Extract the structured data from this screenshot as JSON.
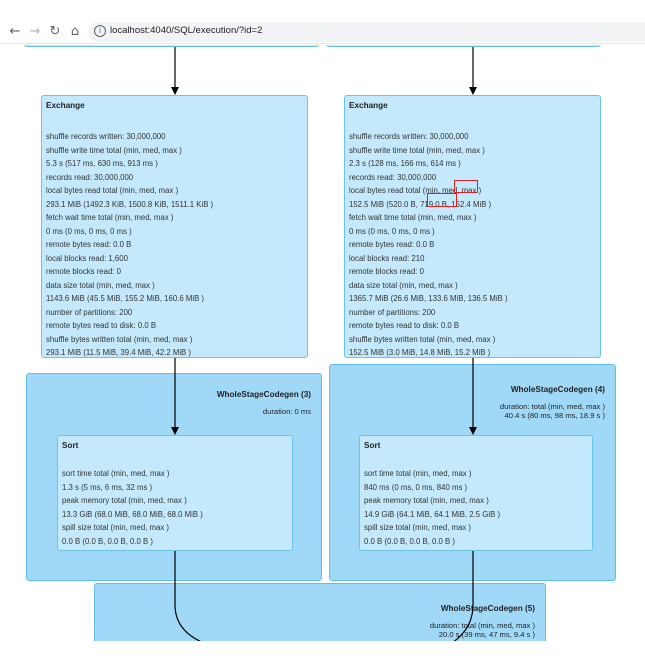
{
  "browser": {
    "back_icon": "←",
    "forward_icon": "→",
    "reload_icon": "↻",
    "home_icon": "⌂",
    "info_icon": "i",
    "url": "localhost:4040/SQL/execution/?id=2"
  },
  "exchange_left": {
    "title": "Exchange",
    "lines": [
      "shuffle records written: 30,000,000",
      "shuffle write time total (min, med, max )",
      "5.3 s (517 ms, 630 ms, 913 ms )",
      "records read: 30,000,000",
      "local bytes read total (min, med, max )",
      "293.1 MiB (1492.3 KiB, 1500.8 KiB, 1511.1 KiB )",
      "fetch wait time total (min, med, max )",
      "0 ms (0 ms, 0 ms, 0 ms )",
      "remote bytes read: 0.0 B",
      "local blocks read: 1,600",
      "remote blocks read: 0",
      "data size total (min, med, max )",
      "1143.6 MiB (45.5 MiB, 155.2 MiB, 160.6 MiB )",
      "number of partitions: 200",
      "remote bytes read to disk: 0.0 B",
      "shuffle bytes written total (min, med, max )",
      "293.1 MiB (11.5 MiB, 39.4 MiB, 42.2 MiB )"
    ]
  },
  "exchange_right": {
    "title": "Exchange",
    "lines": [
      "shuffle records written: 30,000,000",
      "shuffle write time total (min, med, max )",
      "2.3 s (128 ms, 166 ms, 614 ms )",
      "records read: 30,000,000",
      "local bytes read total (min, med, max )",
      "152.5 MiB (520.0 B, 719.0 B, 152.4 MiB )",
      "fetch wait time total (min, med, max )",
      "0 ms (0 ms, 0 ms, 0 ms )",
      "remote bytes read: 0.0 B",
      "local blocks read: 210",
      "remote blocks read: 0",
      "data size total (min, med, max )",
      "1365.7 MiB (26.6 MiB, 133.6 MiB, 136.5 MiB )",
      "number of partitions: 200",
      "remote bytes read to disk: 0.0 B",
      "shuffle bytes written total (min, med, max )",
      "152.5 MiB (3.0 MiB, 14.8 MiB, 15.2 MiB )"
    ]
  },
  "codegen3": {
    "title": "WholeStageCodegen (3)",
    "info": "duration: 0 ms"
  },
  "codegen4": {
    "title": "WholeStageCodegen (4)",
    "info": "duration: total (min, med, max )\n40.4 s (80 ms, 98 ms, 18.9 s )"
  },
  "codegen5": {
    "title": "WholeStageCodegen (5)",
    "info": "duration: total (min, med, max )\n20.0 s (39 ms, 47 ms, 9.4 s )"
  },
  "sort_left": {
    "title": "Sort",
    "lines": [
      "sort time total (min, med, max )",
      "1.3 s (5 ms, 6 ms, 32 ms )",
      "peak memory total (min, med, max )",
      "13.3 GiB (68.0 MiB, 68.0 MiB, 68.0 MiB )",
      "spill size total (min, med, max )",
      "0.0 B (0.0 B, 0.0 B, 0.0 B )"
    ]
  },
  "sort_right": {
    "title": "Sort",
    "lines": [
      "sort time total (min, med, max )",
      "840 ms (0 ms, 0 ms, 840 ms )",
      "peak memory total (min, med, max )",
      "14.9 GiB (64.1 MiB, 64.1 MiB, 2.5 GiB )",
      "spill size total (min, med, max )",
      "0.0 B (0.0 B, 0.0 B, 0.0 B )"
    ]
  },
  "colors": {
    "cluster_bg": "#a0d9f7",
    "node_bg": "#c4e9fc",
    "highlight": "#e02020"
  }
}
